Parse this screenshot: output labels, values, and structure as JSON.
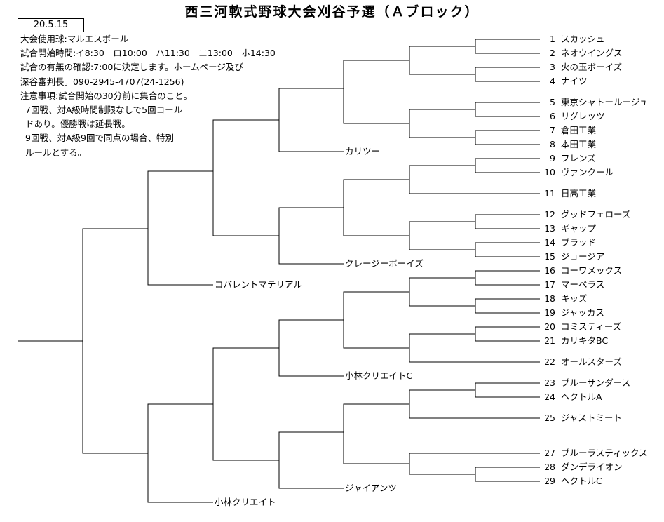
{
  "title": "西三河軟式野球大会刈谷予選（Ａブロック）",
  "date": "20.5.15",
  "info_lines": [
    "大会使用球:マルエスボール",
    "試合開始時間:イ8:30　ロ10:00　ハ11:30　ニ13:00　ホ14:30",
    "試合の有無の確認:7:00に決定します。ホームページ及び",
    "深谷審判長。090-2945-4707(24-1256)",
    "注意事項:試合開始の30分前に集合のこと。",
    "7回戦、対A級時間制限なしで5回コール",
    "ドあり。優勝戦は延長戦。",
    "9回戦、対A級9回で同点の場合、特別",
    "ルールとする。"
  ],
  "teams": [
    {
      "num": "1",
      "name": "スカッシュ"
    },
    {
      "num": "2",
      "name": "ネオウイングス"
    },
    {
      "num": "3",
      "name": "火の玉ボーイズ"
    },
    {
      "num": "4",
      "name": "ナイツ"
    },
    {
      "num": "5",
      "name": "東京シャトールージュ"
    },
    {
      "num": "6",
      "name": "リグレッツ"
    },
    {
      "num": "7",
      "name": "倉田工業"
    },
    {
      "num": "8",
      "name": "本田工業"
    },
    {
      "num": "9",
      "name": "フレンズ"
    },
    {
      "num": "10",
      "name": "ヴァンクール"
    },
    {
      "num": "11",
      "name": "日高工業"
    },
    {
      "num": "12",
      "name": "グッドフェローズ"
    },
    {
      "num": "13",
      "name": "ギャップ"
    },
    {
      "num": "14",
      "name": "ブラッド"
    },
    {
      "num": "15",
      "name": "ジョージア"
    },
    {
      "num": "16",
      "name": "コーワメックス"
    },
    {
      "num": "17",
      "name": "マーベラス"
    },
    {
      "num": "18",
      "name": "キッズ"
    },
    {
      "num": "19",
      "name": "ジャッカス"
    },
    {
      "num": "20",
      "name": "コミスティーズ"
    },
    {
      "num": "21",
      "name": "カリキタBC"
    },
    {
      "num": "22",
      "name": "オールスターズ"
    },
    {
      "num": "23",
      "name": "ブルーサンダース"
    },
    {
      "num": "24",
      "name": "ヘクトルA"
    },
    {
      "num": "25",
      "name": "ジャストミート"
    },
    {
      "num": "27",
      "name": "ブルーラスティックス"
    },
    {
      "num": "28",
      "name": "ダンデライオン"
    },
    {
      "num": "29",
      "name": "ヘクトルC"
    }
  ],
  "winners": {
    "r4_1": "カリツー",
    "r4_2": "クレージーボーイズ",
    "r5_1": "コバレントマテリアル",
    "r4_3": "小林クリエイトC",
    "r4_4": "ジャイアンツ",
    "r5_2": "小林クリエイト"
  }
}
